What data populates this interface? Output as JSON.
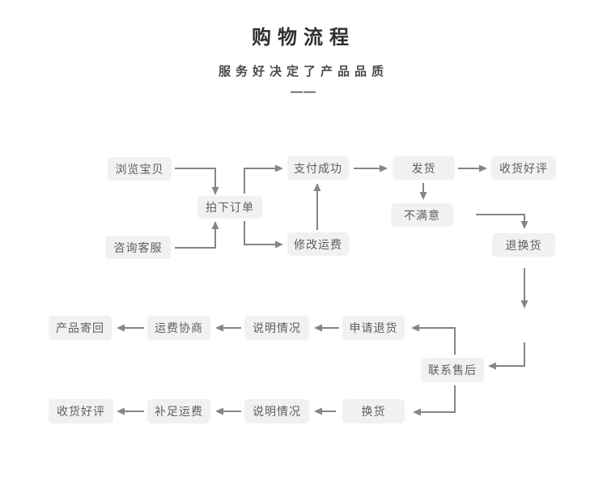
{
  "header": {
    "title": "购物流程",
    "subtitle": "服务好决定了产品品质",
    "divider": "——"
  },
  "colors": {
    "page-bg": "#ffffff",
    "box-bg": "#f1f1f1",
    "box-text": "#5f5f5f",
    "arrow": "#858585",
    "title-text": "#2f2f2f",
    "subtitle-text": "#4a4a4a"
  },
  "flowchart": {
    "nodes": [
      {
        "id": "browse-items",
        "label": "浏览宝贝"
      },
      {
        "id": "consult-service",
        "label": "咨询客服"
      },
      {
        "id": "place-order",
        "label": "拍下订单"
      },
      {
        "id": "payment-success",
        "label": "支付成功"
      },
      {
        "id": "modify-shipping-fee",
        "label": "修改运费"
      },
      {
        "id": "ship-goods",
        "label": "发货"
      },
      {
        "id": "not-satisfied",
        "label": "不满意"
      },
      {
        "id": "receive-good-review-1",
        "label": "收货好评"
      },
      {
        "id": "return-or-exchange",
        "label": "退换货"
      },
      {
        "id": "send-product-back",
        "label": "产品寄回"
      },
      {
        "id": "negotiate-shipping-fee",
        "label": "运费协商"
      },
      {
        "id": "explain-situation-1",
        "label": "说明情况"
      },
      {
        "id": "apply-for-return",
        "label": "申请退货"
      },
      {
        "id": "contact-after-sales",
        "label": "联系售后"
      },
      {
        "id": "receive-good-review-2",
        "label": "收货好评"
      },
      {
        "id": "make-up-shipping-fee",
        "label": "补足运费"
      },
      {
        "id": "explain-situation-2",
        "label": "说明情况"
      },
      {
        "id": "exchange-goods",
        "label": "换货"
      }
    ],
    "edges": [
      {
        "from": "browse-items",
        "to": "place-order"
      },
      {
        "from": "consult-service",
        "to": "place-order"
      },
      {
        "from": "place-order",
        "to": "payment-success"
      },
      {
        "from": "place-order",
        "to": "modify-shipping-fee"
      },
      {
        "from": "modify-shipping-fee",
        "to": "payment-success"
      },
      {
        "from": "payment-success",
        "to": "ship-goods"
      },
      {
        "from": "ship-goods",
        "to": "receive-good-review-1"
      },
      {
        "from": "ship-goods",
        "to": "not-satisfied"
      },
      {
        "from": "not-satisfied",
        "to": "return-or-exchange"
      },
      {
        "from": "return-or-exchange",
        "to": "contact-after-sales"
      },
      {
        "from": "contact-after-sales",
        "to": "apply-for-return"
      },
      {
        "from": "apply-for-return",
        "to": "explain-situation-1"
      },
      {
        "from": "explain-situation-1",
        "to": "negotiate-shipping-fee"
      },
      {
        "from": "negotiate-shipping-fee",
        "to": "send-product-back"
      },
      {
        "from": "contact-after-sales",
        "to": "exchange-goods"
      },
      {
        "from": "exchange-goods",
        "to": "explain-situation-2"
      },
      {
        "from": "explain-situation-2",
        "to": "make-up-shipping-fee"
      },
      {
        "from": "make-up-shipping-fee",
        "to": "receive-good-review-2"
      }
    ]
  }
}
